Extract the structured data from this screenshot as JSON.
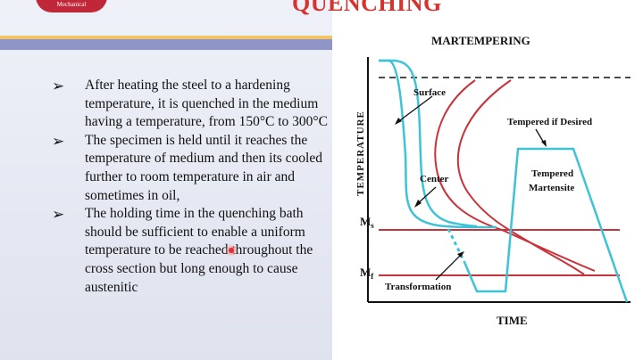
{
  "slide": {
    "title": "QUENCHING",
    "logo_text": "Mechanical"
  },
  "bullets": [
    {
      "icon": "arrow-bullet-icon",
      "text": "After heating the steel to a hardening temperature, it is quenched in the medium having a temperature, from 150°C to 300°C"
    },
    {
      "icon": "arrow-bullet-icon",
      "text": "The specimen is held until it reaches the temperature of medium and then its cooled further to room temperature in air and sometimes in oil,"
    },
    {
      "icon": "arrow-bullet-icon",
      "text": "The holding time in the quenching bath should be sufficient to enable a uniform temperature to be reached throughout the cross section but long enough to cause austenitic"
    }
  ],
  "diagram": {
    "title": "MARTEMPERING",
    "y_axis_label": "TEMPERATURE",
    "x_axis_label": "TIME",
    "ms_label": "M",
    "ms_sub": "s",
    "mf_label": "M",
    "mf_sub": "f",
    "labels": {
      "surface": "Surface",
      "center": "Center",
      "tempered_if_desired": "Tempered  if Desired",
      "tempered_martensite_1": "Tempered",
      "tempered_martensite_2": "Martensite",
      "transformation": "Transformation"
    },
    "colors": {
      "cooling_curve": "#3ec3d6",
      "transformation_curves": "#c8323a",
      "axes": "#111111"
    }
  }
}
